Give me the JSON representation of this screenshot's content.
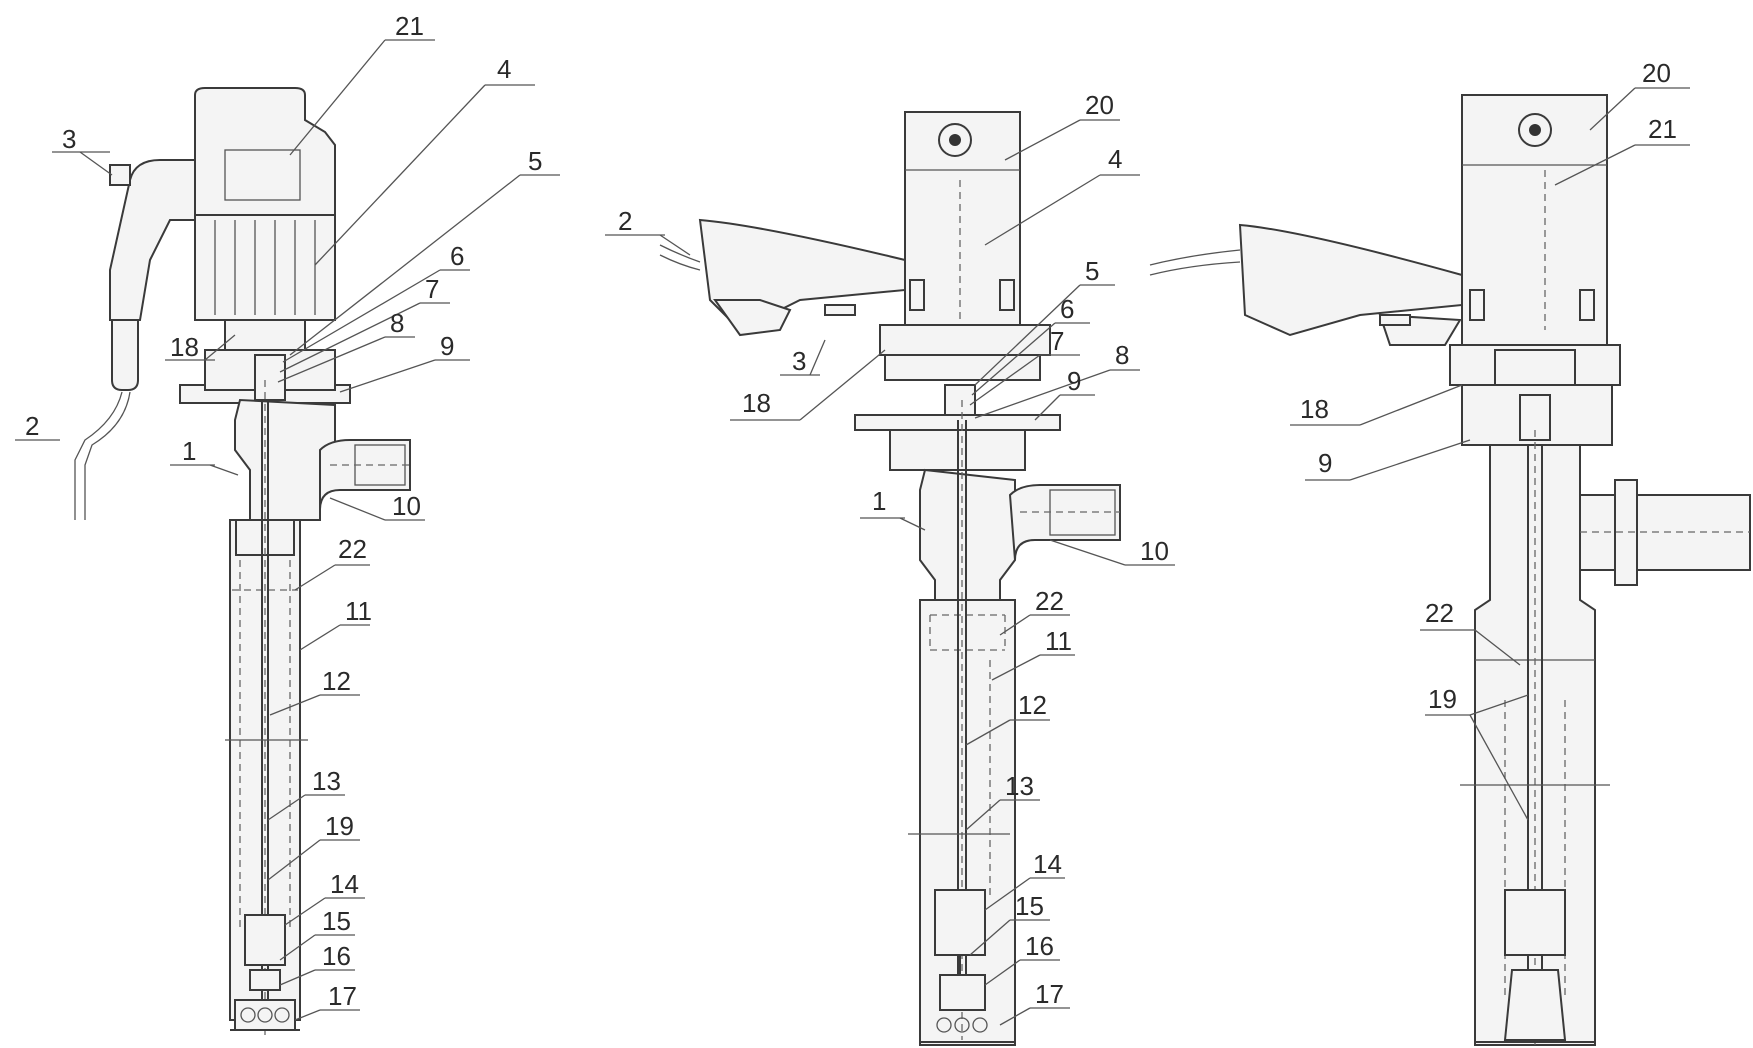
{
  "diagrams": [
    {
      "id": "pump-left",
      "labels": [
        "21",
        "4",
        "3",
        "5",
        "6",
        "7",
        "8",
        "9",
        "18",
        "2",
        "1",
        "10",
        "22",
        "11",
        "12",
        "13",
        "19",
        "14",
        "15",
        "16",
        "17"
      ]
    },
    {
      "id": "pump-middle",
      "labels": [
        "20",
        "4",
        "2",
        "5",
        "6",
        "7",
        "8",
        "9",
        "3",
        "18",
        "1",
        "10",
        "22",
        "11",
        "12",
        "13",
        "14",
        "15",
        "16",
        "17"
      ]
    },
    {
      "id": "pump-right",
      "labels": [
        "20",
        "21",
        "18",
        "9",
        "22",
        "19"
      ]
    }
  ]
}
